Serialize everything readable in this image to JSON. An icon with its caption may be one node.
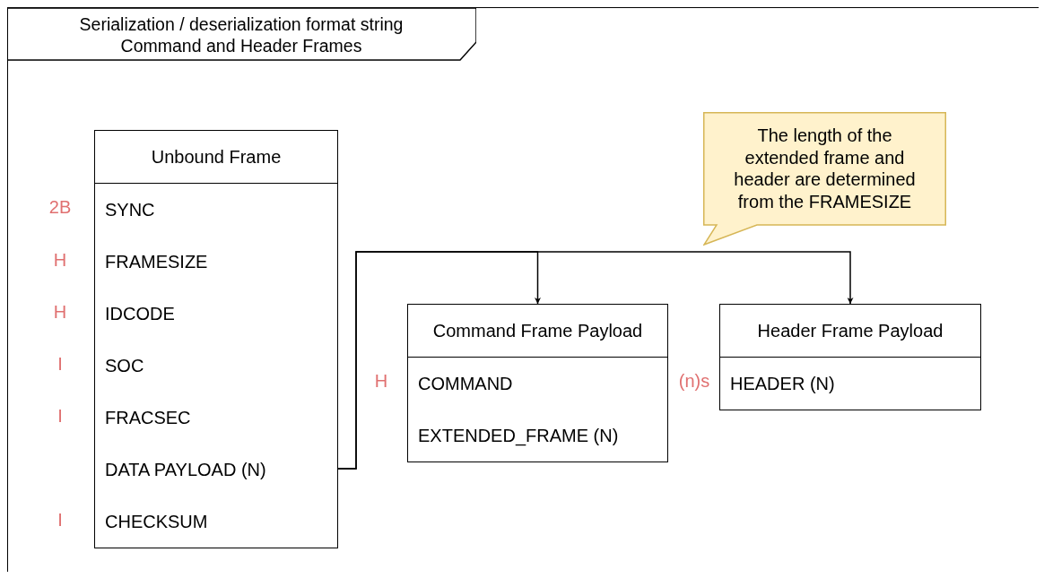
{
  "diagram": {
    "nodes": [
      {
        "text": [
          "Serialization / deserialization format string Command and Header Frames"
        ]
      },
      {
        "text": [
          "Unbound Frame",
          "SYNC",
          "FRAMESIZE",
          "IDCODE",
          "SOC",
          "FRACSEC",
          "DATA PAYLOAD (N)",
          "CHECKSUM"
        ],
        "in": 0
      },
      {
        "text": [
          "Command Frame Payload",
          "COMMAND",
          "EXTENDED_FRAME (N)"
        ],
        "in": 0
      },
      {
        "text": [
          "Header Frame Payload",
          "HEADER (N)"
        ],
        "in": 0
      },
      {
        "text": [
          "The length of the extended frame and header are determined from the FRAMESIZE"
        ],
        "in": 0
      }
    ],
    "edges": [
      {
        "from": 1,
        "to": 2,
        "arrow": "to"
      },
      {
        "from": 1,
        "to": 3,
        "arrow": "to"
      }
    ],
    "labels": [
      "2B",
      "H",
      "H",
      "I",
      "I",
      "I",
      "H",
      "(n)s"
    ]
  }
}
